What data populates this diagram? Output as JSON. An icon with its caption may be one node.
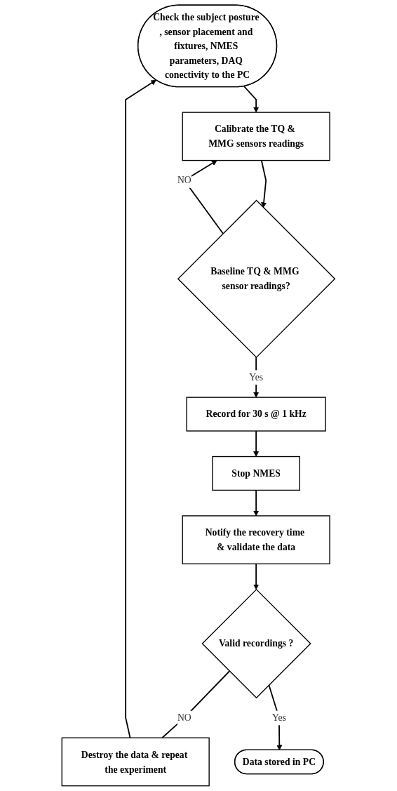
{
  "diagram": {
    "nodes": [
      {
        "text": [
          "Check the subject posture , sensor placement and fixtures, NMES parameters, DAQ conectivity to the PC"
        ]
      },
      {
        "text": [
          "Calibrate the TQ & MMG sensors readings"
        ]
      },
      {
        "text": [
          "Baseline TQ & MMG sensor readings?"
        ]
      },
      {
        "text": [
          "Destroy the data & repeat the experiment"
        ]
      },
      {
        "text": [
          "Record for 30 s @ 1 kHz"
        ]
      },
      {
        "text": [
          "Stop NMES"
        ]
      },
      {
        "text": [
          "Notify the recovery time & validate the data"
        ]
      },
      {
        "text": [
          "Valid recordings ?"
        ]
      },
      {
        "text": [
          "Data stored in PC"
        ]
      }
    ],
    "edges": [
      {
        "from": 0,
        "to": 1,
        "arrow": "to"
      },
      {
        "from": 1,
        "to": 2,
        "arrow": "to"
      },
      {
        "from": 2,
        "to": 1,
        "arrow": "to",
        "label": "NO"
      },
      {
        "from": 2,
        "to": 4,
        "arrow": "to",
        "label": "Yes"
      },
      {
        "from": 4,
        "to": 5,
        "arrow": "to"
      },
      {
        "from": 5,
        "to": 6,
        "arrow": "to"
      },
      {
        "from": 6,
        "to": 7,
        "arrow": "to"
      },
      {
        "from": 7,
        "to": 3,
        "arrow": "none",
        "label": "NO"
      },
      {
        "from": 3,
        "to": 0,
        "arrow": "to"
      },
      {
        "from": 7,
        "to": 8,
        "arrow": "to",
        "label": "Yes"
      }
    ]
  }
}
